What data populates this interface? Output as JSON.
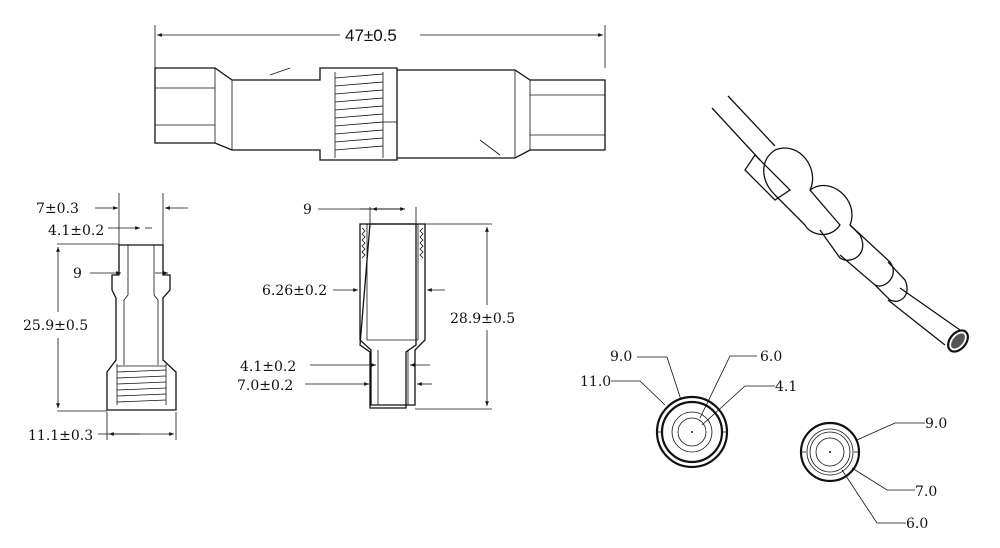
{
  "drawing": {
    "overall_length": "47±0.5",
    "left_part": {
      "dim_outer_top": "7±0.3",
      "dim_inner_bore": "4.1±0.2",
      "dim_thread_width": "9",
      "dim_height": "25.9±0.5",
      "dim_base_width": "11.1±0.3"
    },
    "right_part": {
      "dim_top_width": "9",
      "dim_inner": "6.26±0.2",
      "dim_height": "28.9±0.5",
      "dim_lower_bore": "4.1±0.2",
      "dim_lower_outer": "7.0±0.2"
    },
    "end_view_left": {
      "d1": "9.0",
      "d2": "11.0",
      "d3": "6.0",
      "d4": "4.1"
    },
    "end_view_right": {
      "d1": "9.0",
      "d2": "7.0",
      "d3": "6.0"
    },
    "colors": {
      "line": "#111111",
      "background": "#ffffff"
    }
  }
}
